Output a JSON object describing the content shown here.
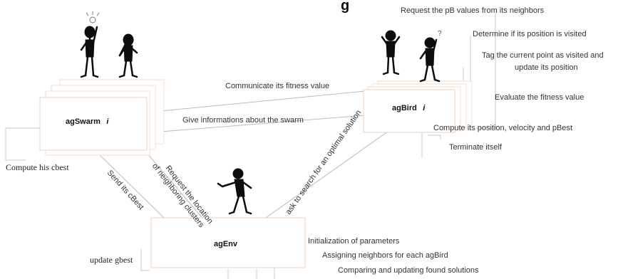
{
  "title_partial": "g",
  "agents": {
    "swarm": {
      "name": "agSwarm",
      "index": "i"
    },
    "bird": {
      "name": "agBird",
      "index": "i"
    },
    "env": {
      "name": "agEnv"
    }
  },
  "bird_tasks": [
    "Request the pB values from its neighbors",
    "Determine if its position is visited",
    "Tag the current point as visited and",
    "update its position",
    "Evaluate the fitness value",
    "Compute its position, velocity and pBest",
    "Terminate itself"
  ],
  "swarm_tasks": [
    "Compute his cbest"
  ],
  "env_tasks": [
    "Initialization of parameters",
    "Assigning  neighbors for each agBird",
    "Comparing and updating found solutions"
  ],
  "env_side_task": "update gbest",
  "messages": {
    "communicate_fitness": "Communicate its fitness value",
    "give_info": "Give informations about the swarm",
    "request_location_1": "Request the location",
    "request_location_2": "of neighboring clusters",
    "send_cbest": "Send its cBest",
    "ask_search": "ask to search for an optimal solution"
  }
}
